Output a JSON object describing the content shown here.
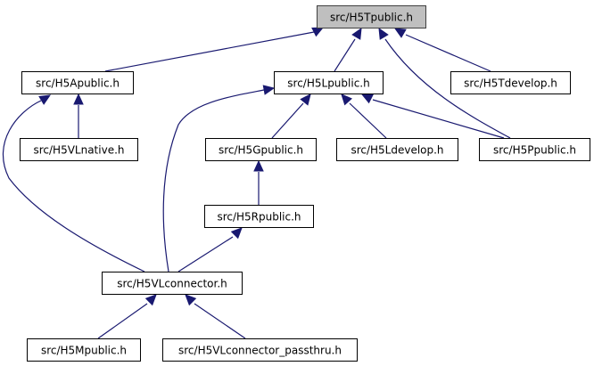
{
  "diagram": {
    "type": "include-dependency-graph",
    "colors": {
      "edge": "#191970",
      "root_fill": "#bfbfbf",
      "node_fill": "#ffffff",
      "border": "#000000"
    },
    "nodes": [
      {
        "id": "H5Tpublic",
        "label": "src/H5Tpublic.h",
        "root": true
      },
      {
        "id": "H5Apublic",
        "label": "src/H5Apublic.h"
      },
      {
        "id": "H5Lpublic",
        "label": "src/H5Lpublic.h"
      },
      {
        "id": "H5Tdevelop",
        "label": "src/H5Tdevelop.h"
      },
      {
        "id": "H5VLnative",
        "label": "src/H5VLnative.h"
      },
      {
        "id": "H5Gpublic",
        "label": "src/H5Gpublic.h"
      },
      {
        "id": "H5Ldevelop",
        "label": "src/H5Ldevelop.h"
      },
      {
        "id": "H5Ppublic",
        "label": "src/H5Ppublic.h"
      },
      {
        "id": "H5Rpublic",
        "label": "src/H5Rpublic.h"
      },
      {
        "id": "H5VLconnector",
        "label": "src/H5VLconnector.h"
      },
      {
        "id": "H5Mpublic",
        "label": "src/H5Mpublic.h"
      },
      {
        "id": "H5VLconnector_passthru",
        "label": "src/H5VLconnector_passthru.h"
      }
    ],
    "edges": [
      {
        "from": "H5Apublic",
        "to": "H5Tpublic"
      },
      {
        "from": "H5Lpublic",
        "to": "H5Tpublic"
      },
      {
        "from": "H5Ppublic",
        "to": "H5Tpublic"
      },
      {
        "from": "H5Tdevelop",
        "to": "H5Tpublic"
      },
      {
        "from": "H5VLnative",
        "to": "H5Apublic"
      },
      {
        "from": "H5VLconnector",
        "to": "H5Apublic"
      },
      {
        "from": "H5VLconnector",
        "to": "H5Lpublic"
      },
      {
        "from": "H5Gpublic",
        "to": "H5Lpublic"
      },
      {
        "from": "H5Ldevelop",
        "to": "H5Lpublic"
      },
      {
        "from": "H5Ppublic",
        "to": "H5Lpublic"
      },
      {
        "from": "H5Rpublic",
        "to": "H5Gpublic"
      },
      {
        "from": "H5VLconnector",
        "to": "H5Rpublic"
      },
      {
        "from": "H5Mpublic",
        "to": "H5VLconnector"
      },
      {
        "from": "H5VLconnector_passthru",
        "to": "H5VLconnector"
      }
    ]
  }
}
